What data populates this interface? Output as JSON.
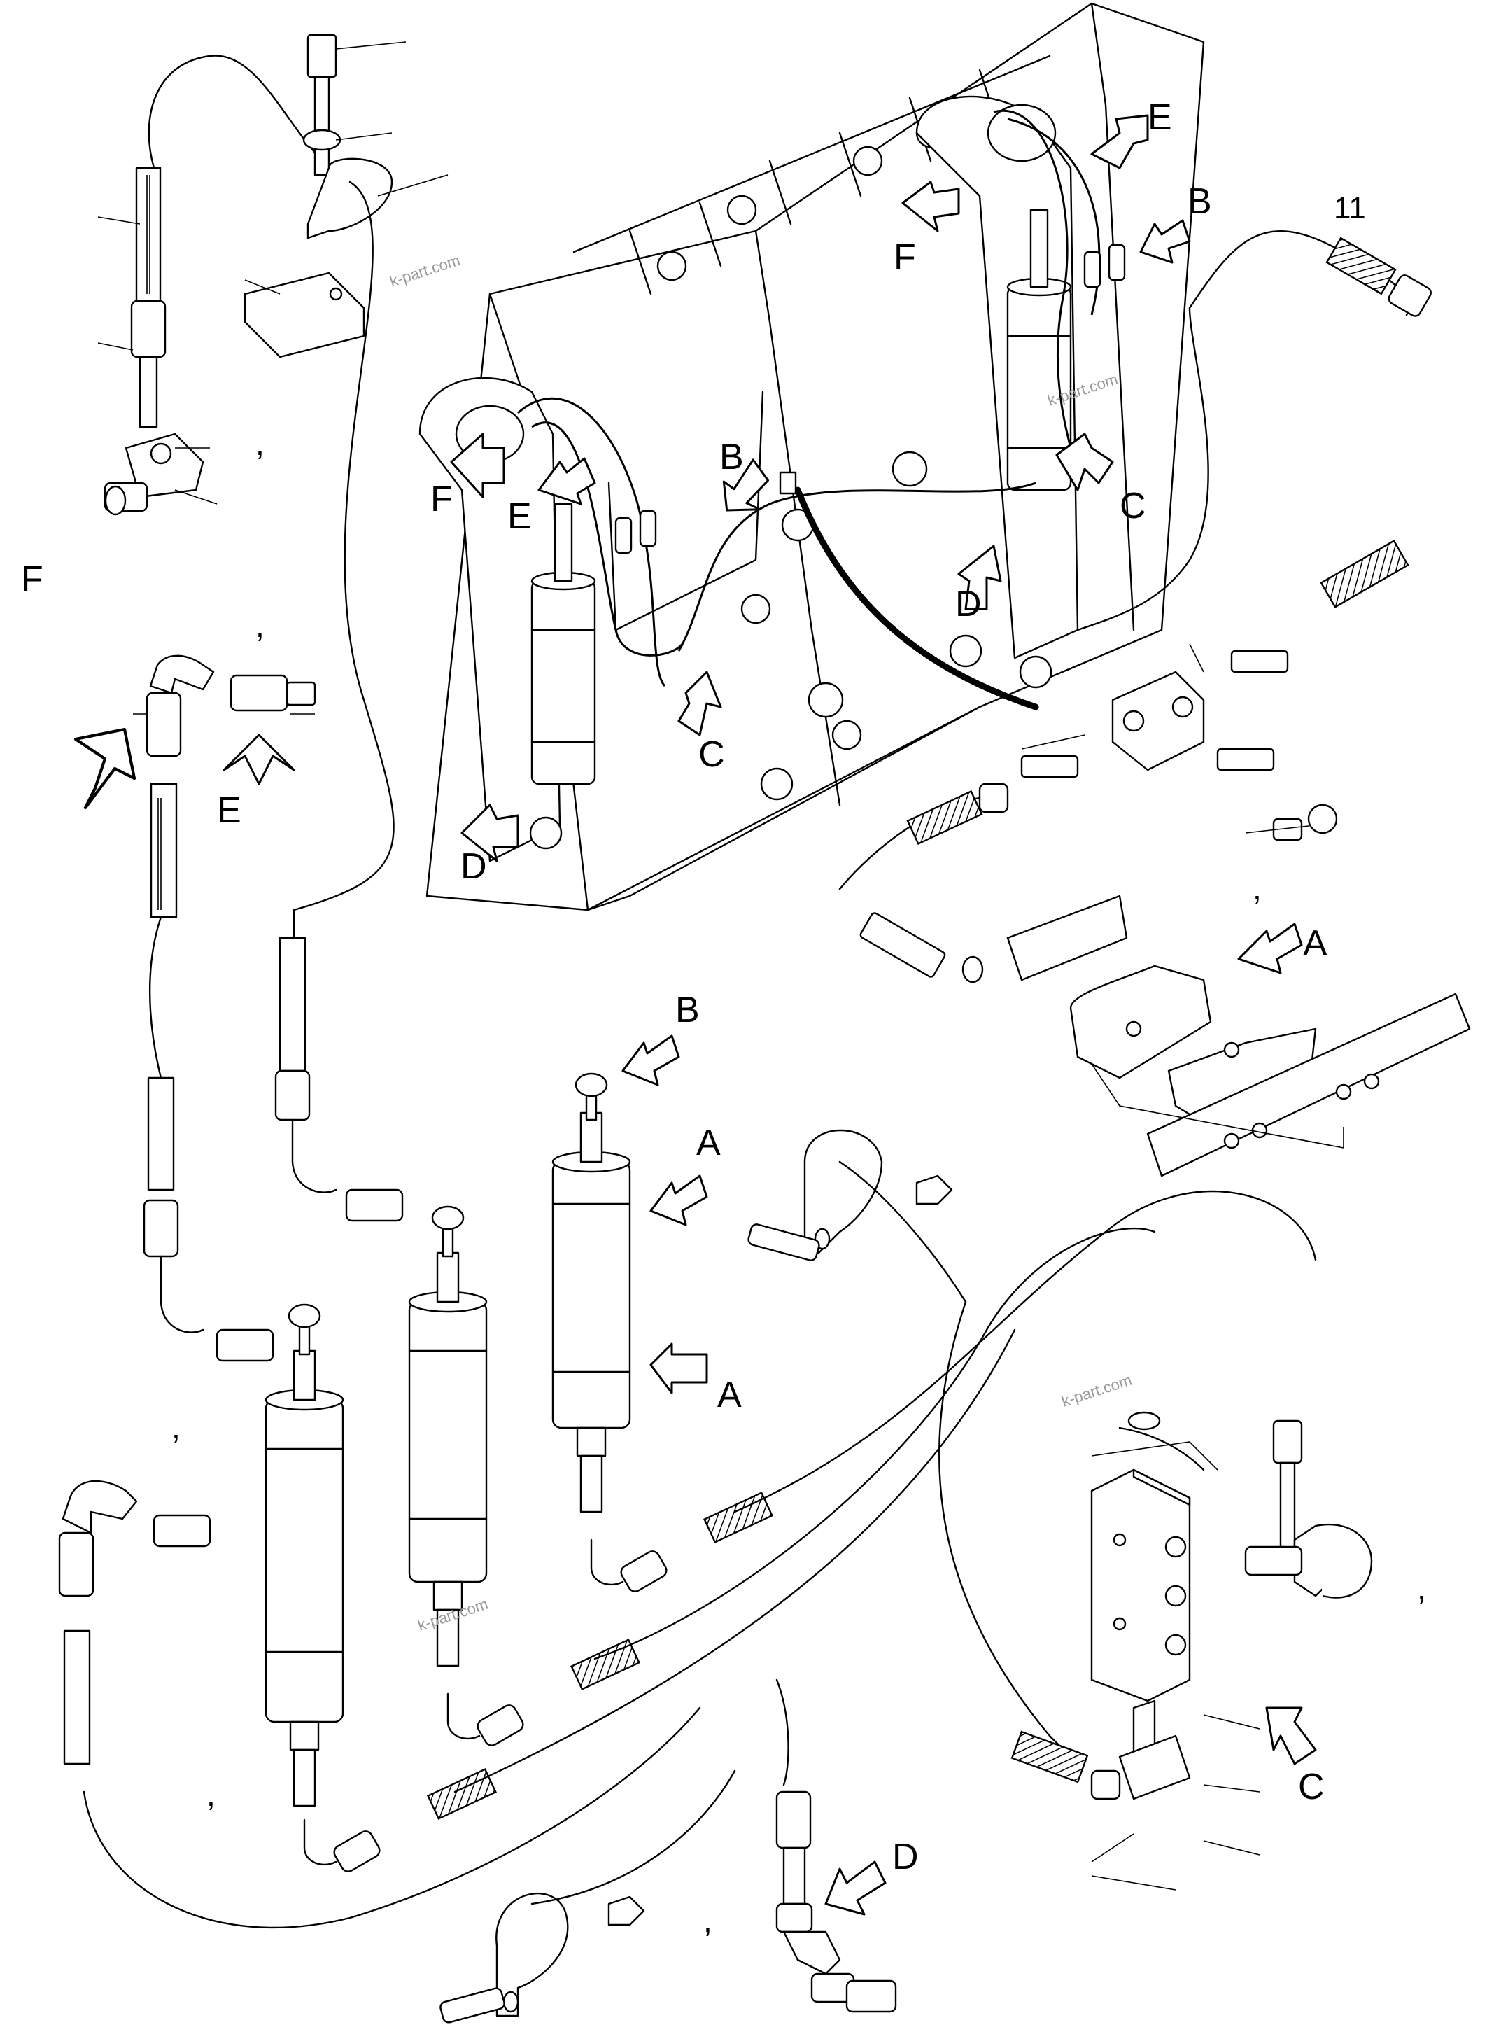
{
  "figure": {
    "watermark": "k-part.com",
    "part_number": "11",
    "view_letters": [
      "A",
      "B",
      "C",
      "D",
      "E",
      "F"
    ],
    "comma_mark": ","
  }
}
